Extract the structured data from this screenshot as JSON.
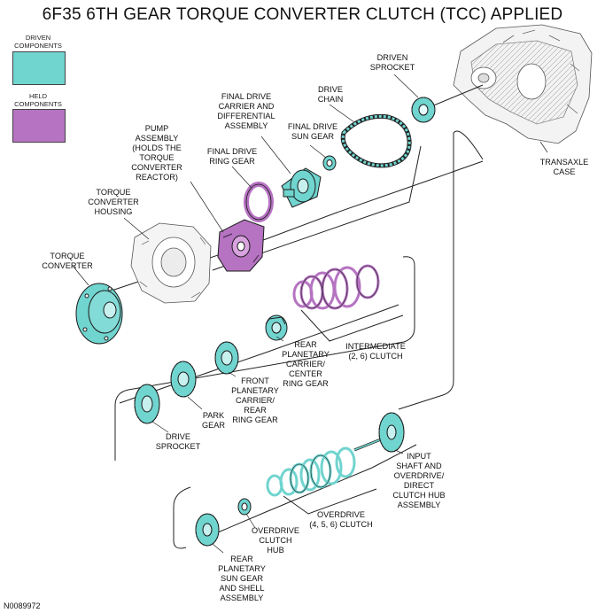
{
  "title": "6F35 6TH GEAR TORQUE CONVERTER CLUTCH (TCC) APPLIED",
  "legend": {
    "driven_label": "DRIVEN\nCOMPONENTS",
    "held_label": "HELD\nCOMPONENTS"
  },
  "colors": {
    "driven": "#70d4cf",
    "held": "#b673c2",
    "outline": "#1a1a1a",
    "case": "#f2f2f2"
  },
  "labels": {
    "driven_sprocket": "DRIVEN\nSPROCKET",
    "drive_chain": "DRIVE\nCHAIN",
    "final_drive_carrier": "FINAL DRIVE\nCARRIER AND\nDIFFERENTIAL\nASSEMBLY",
    "final_drive_sun": "FINAL DRIVE\nSUN GEAR",
    "pump_assembly": "PUMP\nASSEMBLY\n(HOLDS THE\nTORQUE\nCONVERTER\nREACTOR)",
    "final_drive_ring": "FINAL DRIVE\nRING GEAR",
    "torque_converter_housing": "TORQUE\nCONVERTER\nHOUSING",
    "torque_converter": "TORQUE\nCONVERTER",
    "transaxle_case": "TRANSAXLE\nCASE",
    "intermediate_clutch": "INTERMEDIATE\n(2, 6) CLUTCH",
    "rear_planetary_carrier": "REAR\nPLANETARY\nCARRIER/\nCENTER\nRING GEAR",
    "front_planetary_carrier": "FRONT\nPLANETARY\nCARRIER/\nREAR\nRING GEAR",
    "park_gear": "PARK\nGEAR",
    "drive_sprocket": "DRIVE\nSPROCKET",
    "input_shaft": "INPUT\nSHAFT AND\nOVERDRIVE/\nDIRECT\nCLUTCH HUB\nASSEMBLY",
    "overdrive_clutch": "OVERDRIVE\n(4, 5, 6) CLUTCH",
    "overdrive_clutch_hub": "OVERDRIVE\nCLUTCH\nHUB",
    "rear_planetary_sun": "REAR\nPLANETARY\nSUN GEAR\nAND SHELL\nASSEMBLY"
  },
  "doc_id": "N0089972"
}
